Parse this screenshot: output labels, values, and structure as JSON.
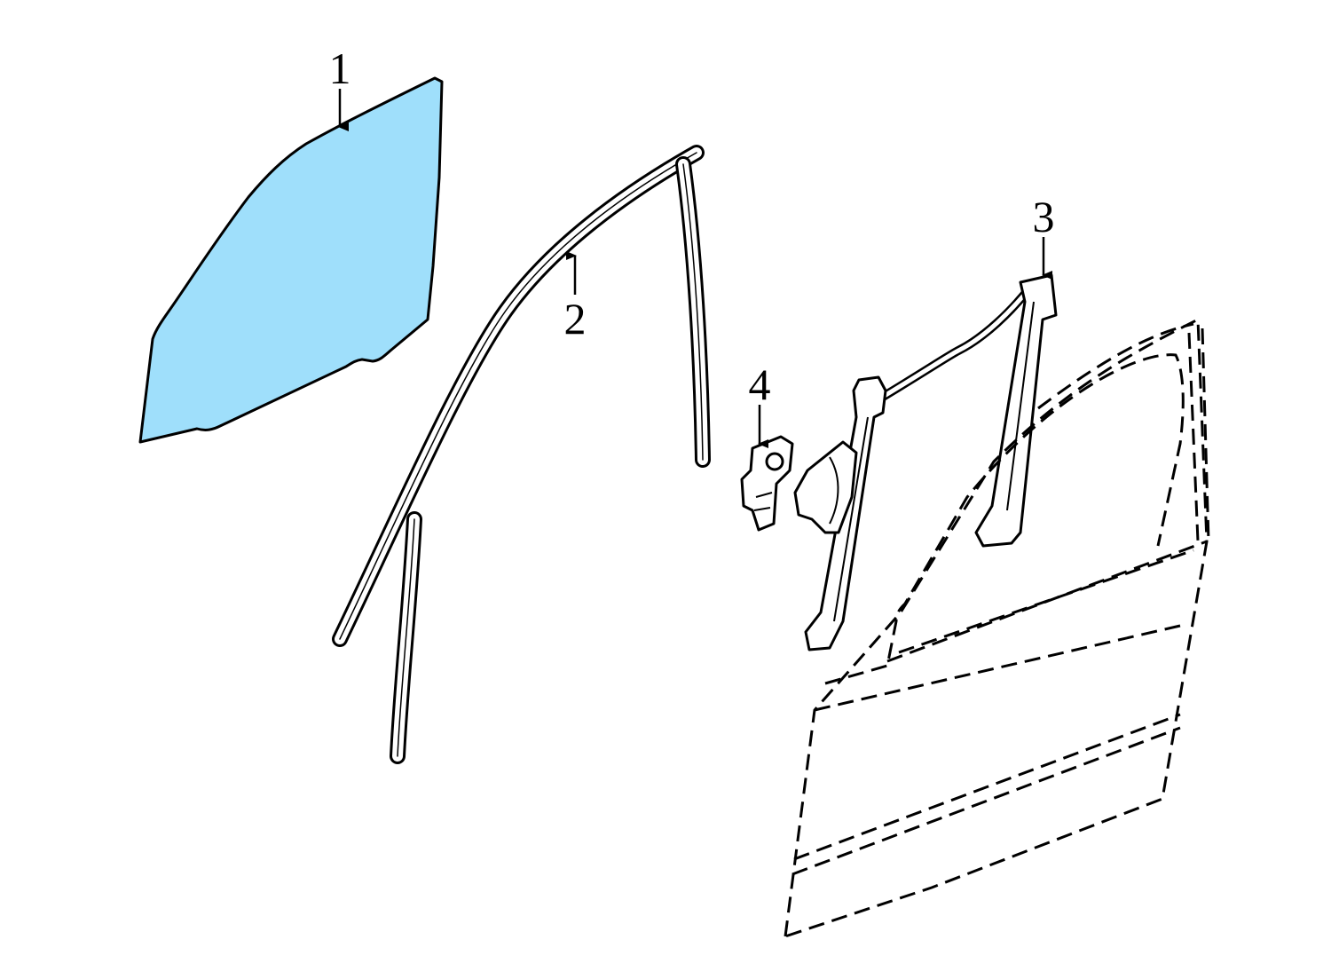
{
  "diagram": {
    "colors": {
      "glass": "#9fdffb",
      "line": "#000000",
      "background": "#ffffff"
    },
    "callouts": [
      {
        "id": "1",
        "label": "1",
        "part": "glass"
      },
      {
        "id": "2",
        "label": "2",
        "part": "run-channel"
      },
      {
        "id": "3",
        "label": "3",
        "part": "window-regulator"
      },
      {
        "id": "4",
        "label": "4",
        "part": "regulator-motor"
      }
    ]
  }
}
